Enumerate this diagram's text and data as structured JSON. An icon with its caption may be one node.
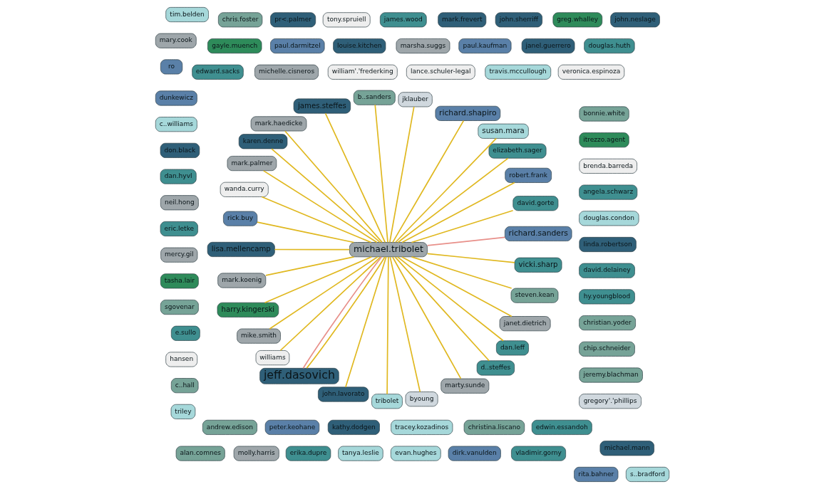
{
  "diagram": {
    "nodes": [
      {
        "text": [
          "chip.schneider"
        ]
      },
      {
        "text": [
          "christian.yoder"
        ]
      },
      {
        "text": [
          "itrezzo.agent"
        ]
      },
      {
        "text": [
          "bonnie.white"
        ]
      },
      {
        "text": [
          "andrew.edison"
        ]
      },
      {
        "text": [
          "alan.comnes"
        ]
      },
      {
        "text": [
          "c..hall"
        ]
      },
      {
        "text": [
          "e.sullo"
        ]
      },
      {
        "text": [
          "peter.keohane"
        ]
      },
      {
        "text": [
          "chris.foster"
        ]
      },
      {
        "text": [
          "kathy.dodgen"
        ]
      },
      {
        "text": [
          "tim.belden"
        ]
      },
      {
        "text": [
          "richard.sanders"
        ]
      },
      {
        "text": [
          "david.gorte"
        ]
      },
      {
        "text": [
          "veronica.espinoza"
        ]
      },
      {
        "text": [
          "dan.hyvl"
        ]
      },
      {
        "text": [
          "michelle.cisneros"
        ]
      },
      {
        "text": [
          "douglas.huth"
        ]
      },
      {
        "text": [
          "robert.frank"
        ]
      },
      {
        "text": [
          "elizabeth.sager"
        ]
      },
      {
        "text": [
          "molly.harris"
        ]
      },
      {
        "text": [
          "rita.bahner"
        ]
      },
      {
        "text": [
          "susan.mara"
        ]
      },
      {
        "text": [
          "janel.guerrero"
        ]
      },
      {
        "text": [
          "erika.dupre"
        ]
      },
      {
        "text": [
          "richard.shapiro"
        ]
      },
      {
        "text": [
          "jklauber"
        ]
      },
      {
        "text": [
          "b..sanders"
        ]
      },
      {
        "text": [
          "s..bradford"
        ]
      },
      {
        "text": [
          "tracey.kozadinos"
        ]
      },
      {
        "text": [
          "paul.kaufman"
        ]
      },
      {
        "text": [
          "james.steffes"
        ]
      },
      {
        "text": [
          "mark.haedicke"
        ]
      },
      {
        "text": [
          "mary.cook"
        ]
      },
      {
        "text": [
          "christina.liscano"
        ]
      },
      {
        "text": [
          "marsha.suggs"
        ]
      },
      {
        "text": [
          "karen.denne"
        ]
      },
      {
        "text": [
          "mark.palmer"
        ]
      },
      {
        "text": [
          "wanda.curry"
        ]
      },
      {
        "text": [
          "michael.tribolet"
        ]
      },
      {
        "text": [
          "rick.buy"
        ]
      },
      {
        "text": [
          "lisa.mellencamp"
        ]
      },
      {
        "text": [
          "triley"
        ]
      },
      {
        "text": [
          "neil.hong"
        ]
      },
      {
        "text": [
          "mark.koenig"
        ]
      },
      {
        "text": [
          "louise.kitchen"
        ]
      },
      {
        "text": [
          "hansen"
        ]
      },
      {
        "text": [
          "eric.letke"
        ]
      },
      {
        "text": [
          "harry.kingerski"
        ]
      },
      {
        "text": [
          "mike.smith"
        ]
      },
      {
        "text": [
          "williams"
        ]
      },
      {
        "text": [
          "ro"
        ]
      },
      {
        "text": [
          "dunkewicz"
        ]
      },
      {
        "text": [
          "jeff.dasovich"
        ]
      },
      {
        "text": [
          "john.neslage"
        ]
      },
      {
        "text": [
          "john.lavorato"
        ]
      },
      {
        "text": [
          "travis.mccullough"
        ]
      },
      {
        "text": [
          "edwin.essandoh"
        ]
      },
      {
        "text": [
          "tribolet"
        ]
      },
      {
        "text": [
          "greg.whalley"
        ]
      },
      {
        "text": [
          "byoung"
        ]
      },
      {
        "text": [
          "paul.darmitzel"
        ]
      },
      {
        "text": [
          "marty.sunde"
        ]
      },
      {
        "text": [
          "tanya.leslie"
        ]
      },
      {
        "text": [
          "gayle.muench"
        ]
      },
      {
        "text": [
          "d..steffes"
        ]
      },
      {
        "text": [
          "hy.youngblood"
        ]
      },
      {
        "text": [
          "edward.sacks"
        ]
      },
      {
        "text": [
          "dan.leff"
        ]
      },
      {
        "text": [
          "david.delainey"
        ]
      },
      {
        "text": [
          "linda.robertson"
        ]
      },
      {
        "text": [
          "mercy.gil"
        ]
      },
      {
        "text": [
          "john.sherriff"
        ]
      },
      {
        "text": [
          "michael.mann"
        ]
      },
      {
        "text": [
          "janet.dietrich"
        ]
      },
      {
        "text": [
          "mark.frevert"
        ]
      },
      {
        "text": [
          "james.wood"
        ]
      },
      {
        "text": [
          "douglas.condon"
        ]
      },
      {
        "text": [
          "steven.kean"
        ]
      },
      {
        "text": [
          "c..williams"
        ]
      },
      {
        "text": [
          "tasha.lair"
        ]
      },
      {
        "text": [
          "gregory'.'phillips"
        ]
      },
      {
        "text": [
          "sgovenar"
        ]
      },
      {
        "text": [
          "angela.schwarz"
        ]
      },
      {
        "text": [
          "evan.hughes"
        ]
      },
      {
        "text": [
          "tony.spruiell"
        ]
      },
      {
        "text": [
          "vicki.sharp"
        ]
      },
      {
        "text": [
          "dirk.vanulden"
        ]
      },
      {
        "text": [
          "pr<.palmer"
        ]
      },
      {
        "text": [
          "jeremy.blachman"
        ]
      },
      {
        "text": [
          "brenda.barreda"
        ]
      },
      {
        "text": [
          "vladimir.gorny"
        ]
      },
      {
        "text": [
          "don.black"
        ]
      },
      {
        "text": [
          "lance.schuler-legal"
        ]
      },
      {
        "text": [
          "william'.'frederking"
        ]
      }
    ],
    "edges": [
      {
        "from": 39,
        "to": 22,
        "arrow": "none"
      },
      {
        "from": 39,
        "to": 31,
        "arrow": "none"
      },
      {
        "from": 39,
        "to": 36,
        "arrow": "none"
      },
      {
        "from": 39,
        "to": 38,
        "arrow": "none"
      },
      {
        "from": 39,
        "to": 53,
        "arrow": "none"
      },
      {
        "from": 39,
        "to": 53,
        "arrow": "none",
        "color": "#e8908a"
      },
      {
        "from": 39,
        "to": 48,
        "arrow": "none"
      },
      {
        "from": 39,
        "to": 49,
        "arrow": "none"
      },
      {
        "from": 39,
        "to": 50,
        "arrow": "none"
      },
      {
        "from": 39,
        "to": 55,
        "arrow": "none"
      },
      {
        "from": 39,
        "to": 62,
        "arrow": "none"
      },
      {
        "from": 39,
        "to": 68,
        "arrow": "none"
      },
      {
        "from": 39,
        "to": 78,
        "arrow": "none"
      },
      {
        "from": 39,
        "to": 58,
        "arrow": "none"
      },
      {
        "from": 39,
        "to": 65,
        "arrow": "none"
      },
      {
        "from": 39,
        "to": 60,
        "arrow": "none"
      },
      {
        "from": 39,
        "to": 74,
        "arrow": "none"
      },
      {
        "from": 39,
        "to": 86,
        "arrow": "none"
      },
      {
        "from": 39,
        "to": 44,
        "arrow": "none"
      },
      {
        "from": 39,
        "to": 40,
        "arrow": "none"
      },
      {
        "from": 39,
        "to": 41,
        "arrow": "none"
      },
      {
        "from": 39,
        "to": 32,
        "arrow": "none"
      },
      {
        "from": 39,
        "to": 27,
        "arrow": "none"
      },
      {
        "from": 39,
        "to": 19,
        "arrow": "none"
      },
      {
        "from": 39,
        "to": 13,
        "arrow": "none"
      },
      {
        "from": 39,
        "to": 26,
        "arrow": "none"
      },
      {
        "from": 39,
        "to": 37,
        "arrow": "none"
      },
      {
        "from": 39,
        "to": 25,
        "arrow": "none"
      },
      {
        "from": 39,
        "to": 18,
        "arrow": "none"
      },
      {
        "from": 39,
        "to": 12,
        "arrow": "none",
        "color": "#e8908a"
      }
    ]
  }
}
